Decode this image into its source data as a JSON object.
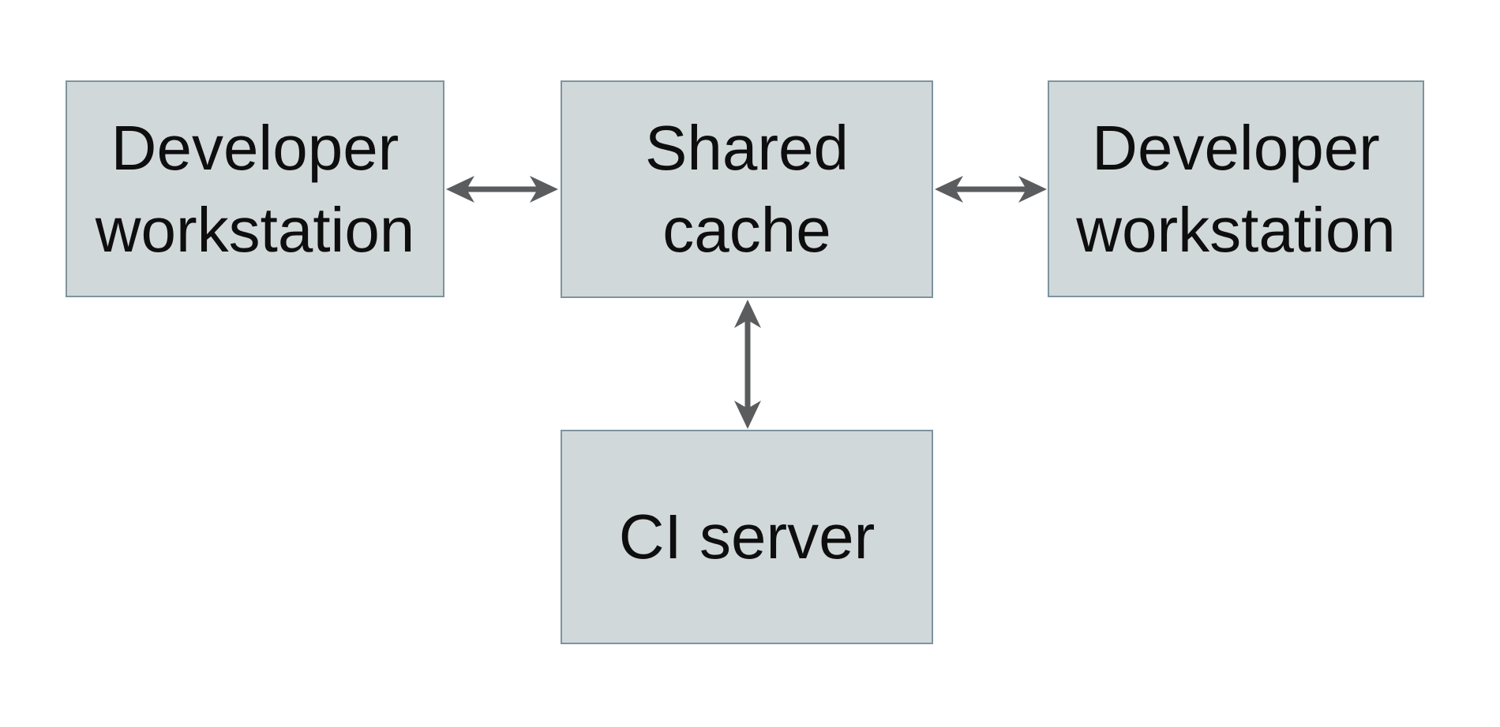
{
  "diagram": {
    "description": "Shared build cache topology diagram",
    "nodes": [
      {
        "id": "developer-workstation-left",
        "label": "Developer workstation"
      },
      {
        "id": "shared-cache",
        "label": "Shared cache"
      },
      {
        "id": "developer-workstation-right",
        "label": "Developer workstation"
      },
      {
        "id": "ci-server",
        "label": "CI server"
      }
    ],
    "edges": [
      {
        "from": "developer-workstation-left",
        "to": "shared-cache",
        "direction": "bidirectional",
        "orientation": "horizontal"
      },
      {
        "from": "shared-cache",
        "to": "developer-workstation-right",
        "direction": "bidirectional",
        "orientation": "horizontal"
      },
      {
        "from": "shared-cache",
        "to": "ci-server",
        "direction": "bidirectional",
        "orientation": "vertical"
      }
    ],
    "colors": {
      "background": "#ffffff",
      "node_fill": "#d1d8da",
      "node_border": "#7d949e",
      "arrow": "#5a5c5e",
      "text": "#0e0e0e"
    }
  }
}
